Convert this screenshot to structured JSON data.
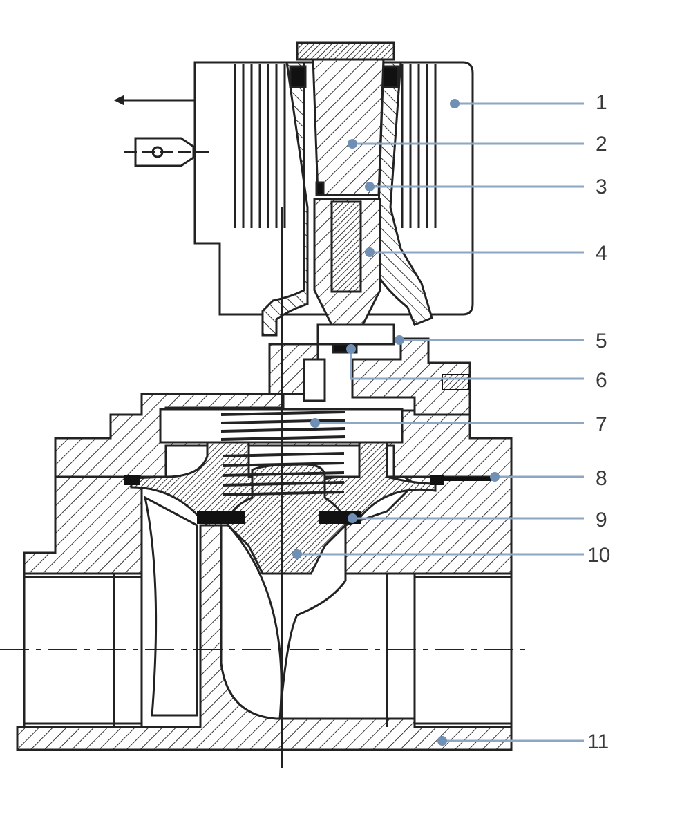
{
  "diagram": {
    "kind": "solenoid-valve-cross-section",
    "colors": {
      "ink": "#222222",
      "leader": "#8ea6c4",
      "dot": "#6f8fb5",
      "hatch_dark": "#555555",
      "seal": "#111111",
      "label": "#3a3a3a"
    },
    "callouts": [
      {
        "id": "1",
        "label": "1"
      },
      {
        "id": "2",
        "label": "2"
      },
      {
        "id": "3",
        "label": "3"
      },
      {
        "id": "4",
        "label": "4"
      },
      {
        "id": "5",
        "label": "5"
      },
      {
        "id": "6",
        "label": "6"
      },
      {
        "id": "7",
        "label": "7"
      },
      {
        "id": "8",
        "label": "8"
      },
      {
        "id": "9",
        "label": "9"
      },
      {
        "id": "10",
        "label": "10"
      },
      {
        "id": "11",
        "label": "11"
      }
    ]
  }
}
